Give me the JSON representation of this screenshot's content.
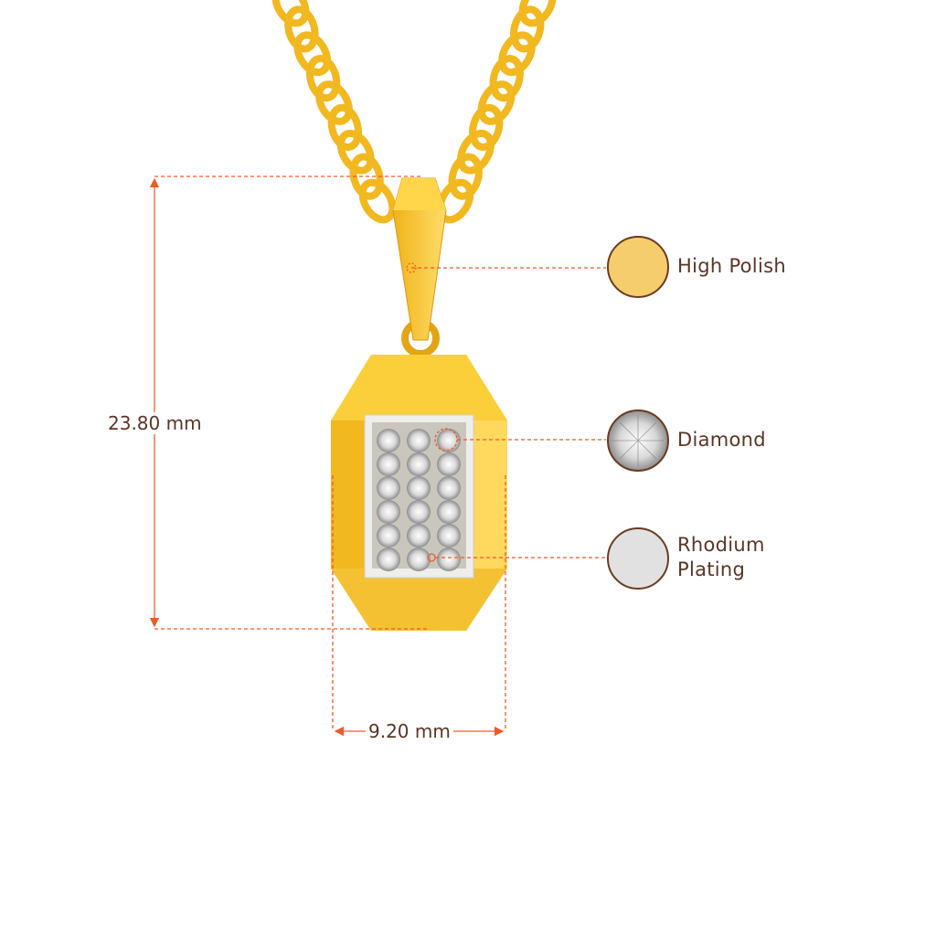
{
  "dimensions": {
    "height_label": "23.80 mm",
    "width_label": "9.20 mm"
  },
  "legend": [
    {
      "label": "High Polish",
      "swatch_color": "#f5cd6d"
    },
    {
      "label": "Diamond",
      "swatch_color": "#e8e8e8"
    },
    {
      "label_line1": "Rhodium",
      "label_line2": "Plating",
      "swatch_color": "#e1e1e1"
    }
  ],
  "colors": {
    "annotation": "#f05a28",
    "text": "#5b3526",
    "gold": "#f7c531"
  }
}
